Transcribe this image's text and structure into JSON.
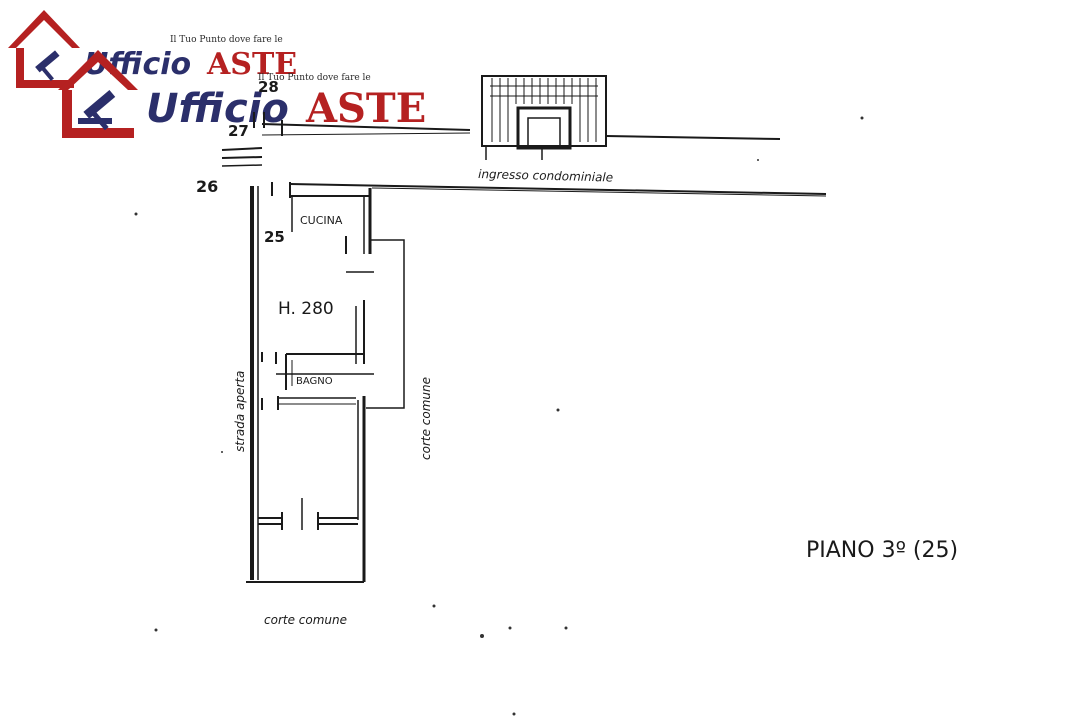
{
  "watermark": {
    "tagline": "Il Tuo Punto dove fare le",
    "brand_blue": "Ufficio",
    "brand_red": "ASTE",
    "colors": {
      "red": "#b52121",
      "navy": "#2b2f6b"
    },
    "icon": "house-gavel-icon"
  },
  "plan": {
    "level_numbers": [
      "28",
      "27",
      "26",
      "25"
    ],
    "rooms": {
      "kitchen": "CUCINA",
      "bathroom": "BAGNO"
    },
    "height_note": "H. 280",
    "stair_entrance": "ingresso condominiale",
    "shared_court_side": "corte comune",
    "shared_court_bottom": "corte comune",
    "left_wall_note": "strada aperta",
    "floor_title": "PIANO 3º (25)"
  }
}
